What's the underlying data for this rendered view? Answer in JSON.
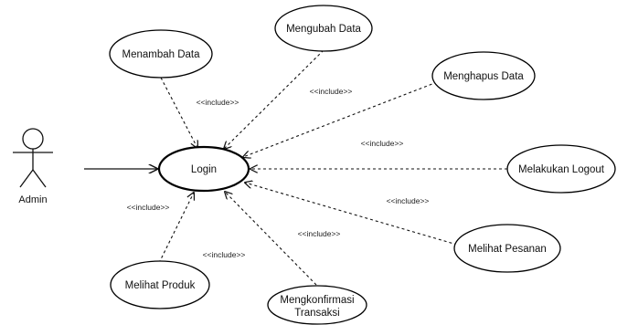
{
  "diagram": {
    "actor": {
      "label": "Admin"
    },
    "main_use_case": {
      "id": "login",
      "label": "Login"
    },
    "use_cases": [
      {
        "id": "menambah-data",
        "lines": [
          "Menambah Data"
        ]
      },
      {
        "id": "mengubah-data",
        "lines": [
          "Mengubah Data"
        ]
      },
      {
        "id": "menghapus-data",
        "lines": [
          "Menghapus Data"
        ]
      },
      {
        "id": "melakukan-logout",
        "lines": [
          "Melakukan Logout"
        ]
      },
      {
        "id": "melihat-pesanan",
        "lines": [
          "Melihat Pesanan"
        ]
      },
      {
        "id": "mengkonfirmasi-transaksi",
        "lines": [
          "Mengkonfirmasi",
          "Transaksi"
        ]
      },
      {
        "id": "melihat-produk",
        "lines": [
          "Melihat Produk"
        ]
      }
    ],
    "include_label": "<<include>>",
    "relations": [
      {
        "from": "menambah-data",
        "to": "login",
        "label": "<<include>>"
      },
      {
        "from": "mengubah-data",
        "to": "login",
        "label": "<<include>>"
      },
      {
        "from": "menghapus-data",
        "to": "login",
        "label": "<<include>>"
      },
      {
        "from": "melakukan-logout",
        "to": "login",
        "label": "<<include>>"
      },
      {
        "from": "melihat-pesanan",
        "to": "login",
        "label": "<<include>>"
      },
      {
        "from": "mengkonfirmasi-transaksi",
        "to": "login",
        "label": "<<include>>"
      },
      {
        "from": "melihat-produk",
        "to": "login",
        "label": "<<include>>"
      }
    ]
  }
}
